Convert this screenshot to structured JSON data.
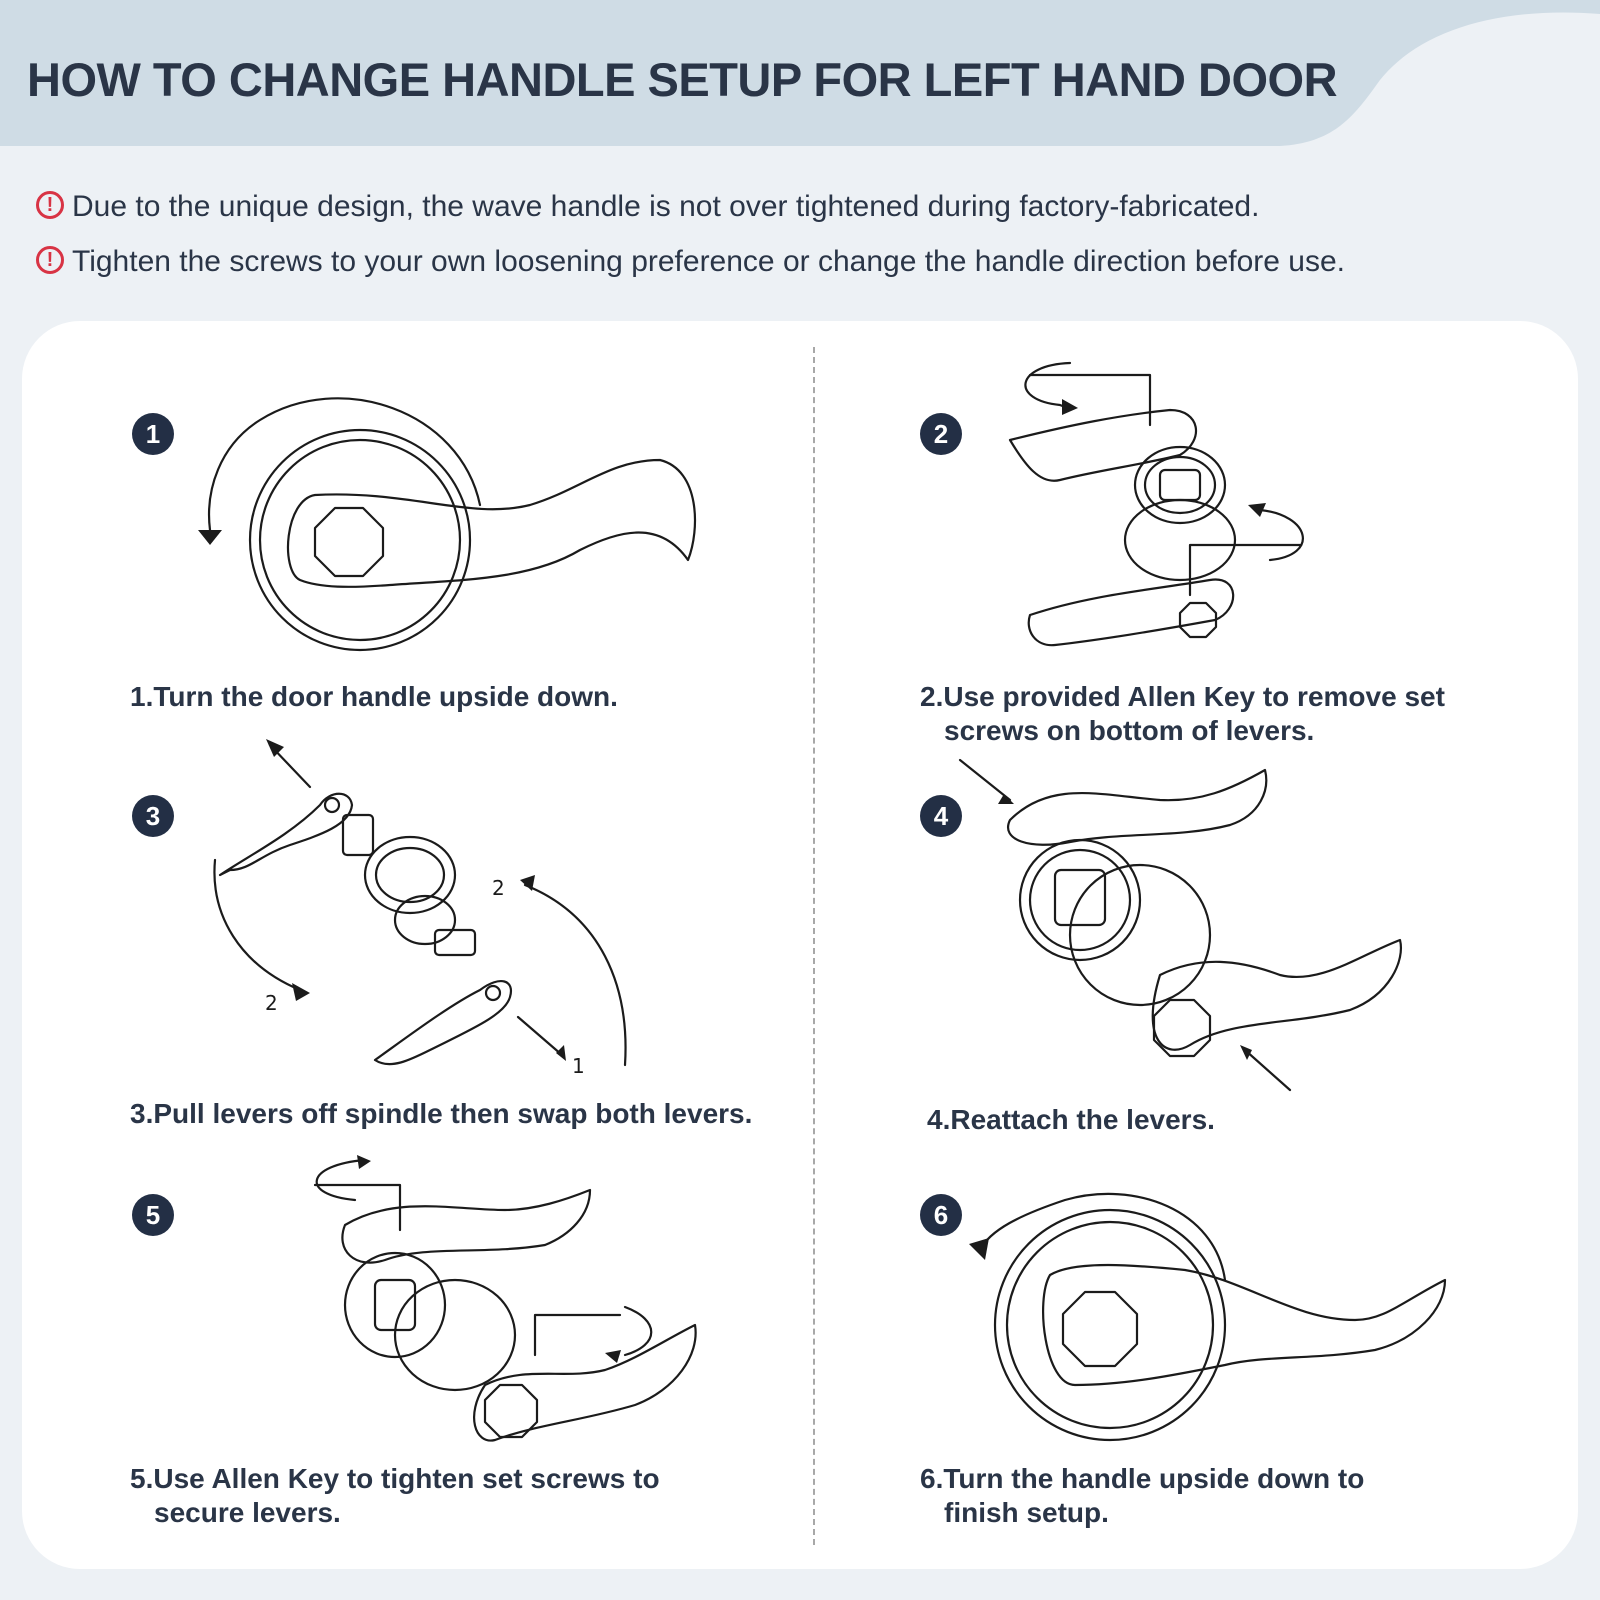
{
  "header": {
    "title": "HOW TO CHANGE HANDLE SETUP FOR LEFT HAND DOOR"
  },
  "notes": [
    "Due to the unique design, the wave handle is not over tightened during factory-fabricated.",
    "Tighten the screws to your own loosening preference or change the handle direction before use."
  ],
  "colors": {
    "background": "#edf1f5",
    "banner": "#cfdce5",
    "text": "#2a3547",
    "warning": "#d83344",
    "step_badge": "#232f45"
  },
  "steps": [
    {
      "number": "1",
      "text": "1.Turn the door handle upside down.",
      "text_cont": ""
    },
    {
      "number": "2",
      "text": "2.Use provided Allen Key to remove set",
      "text_cont": "screws on bottom of levers."
    },
    {
      "number": "3",
      "text": "3.Pull levers off spindle then swap both levers.",
      "text_cont": ""
    },
    {
      "number": "4",
      "text": "4.Reattach the levers.",
      "text_cont": ""
    },
    {
      "number": "5",
      "text": "5.Use Allen Key to tighten set screws to",
      "text_cont": "secure levers."
    },
    {
      "number": "6",
      "text": "6.Turn the handle upside down to",
      "text_cont": "finish setup."
    }
  ],
  "step3_labels": {
    "label_a": "2",
    "label_b": "2",
    "label_c": "1"
  }
}
